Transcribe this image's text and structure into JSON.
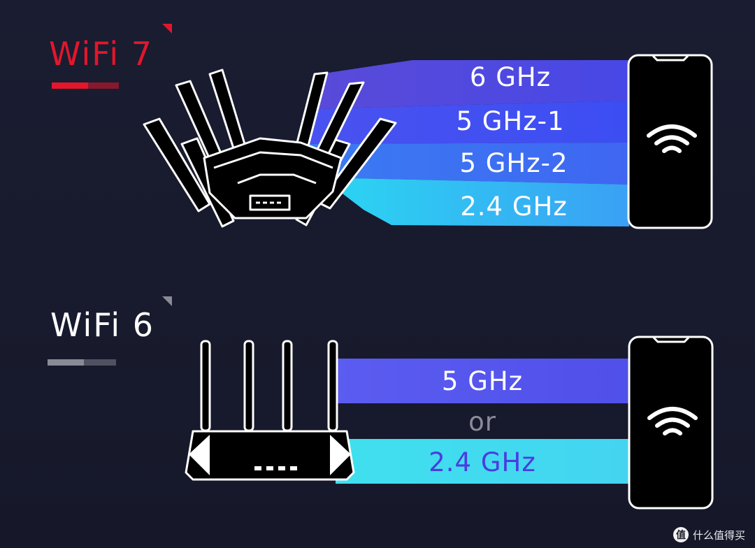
{
  "wifi7": {
    "title": "WiFi 7",
    "bands": [
      "6 GHz",
      "5 GHz-1",
      "5 GHz-2",
      "2.4 GHz"
    ],
    "title_color": "#e3162b"
  },
  "wifi6": {
    "title": "WiFi 6",
    "band_top": "5 GHz",
    "separator": "or",
    "band_bottom": "2.4 GHz",
    "title_color": "#ffffff"
  },
  "icons": [
    "router-icon",
    "smartphone-icon",
    "wifi-signal-icon"
  ],
  "watermark": {
    "badge": "值",
    "text": "什么值得买"
  }
}
